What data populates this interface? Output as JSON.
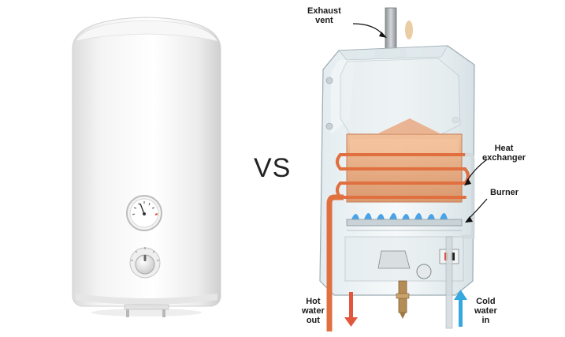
{
  "comparison_text": "VS",
  "labels": {
    "exhaust": [
      "Exhaust",
      "vent"
    ],
    "heat": [
      "Heat",
      "exchanger"
    ],
    "burner": [
      "Burner"
    ],
    "hot": [
      "Hot",
      "water",
      "out"
    ],
    "cold": [
      "Cold",
      "water",
      "in"
    ]
  },
  "colors": {
    "hot_arrow": "#e2573c",
    "cold_arrow": "#35a8e0",
    "copper": "#e0703f",
    "flame": "#4aa3e8"
  }
}
